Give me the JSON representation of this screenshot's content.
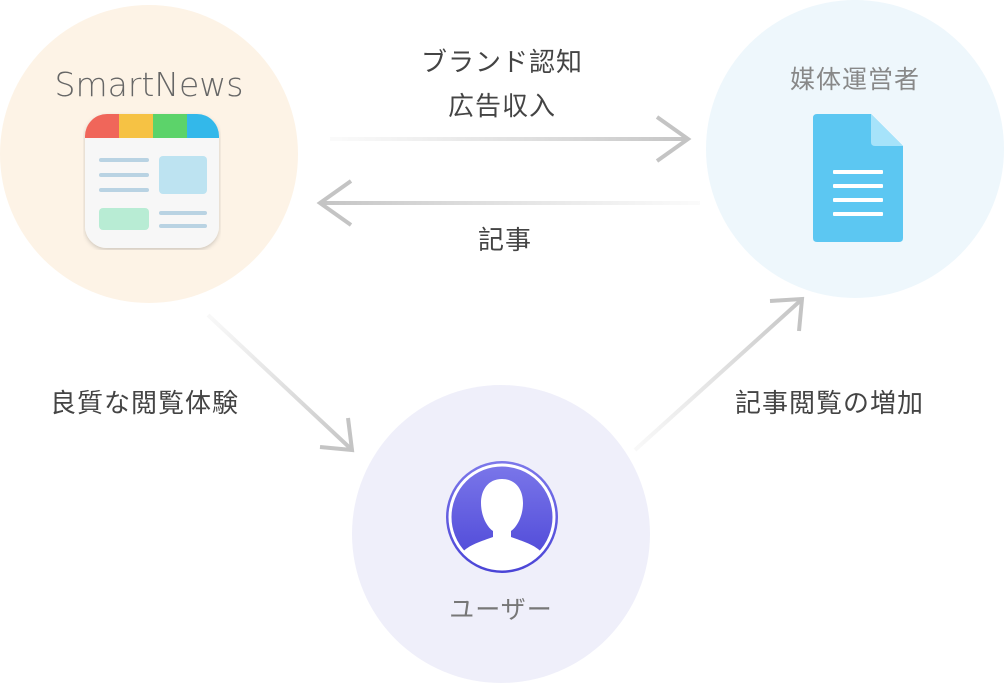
{
  "nodes": {
    "smartnews": {
      "title": "SmartNews",
      "icon": "smartnews-app-icon"
    },
    "publisher": {
      "title": "媒体運営者",
      "icon": "document-icon"
    },
    "user": {
      "title": "ユーザー",
      "icon": "user-avatar-icon"
    }
  },
  "flows": {
    "brand_awareness": "ブランド認知",
    "ad_revenue": "広告収入",
    "articles": "記事",
    "quality_reading": "良質な閲覧体験",
    "increased_views": "記事閲覧の増加"
  },
  "colors": {
    "smartnews_bg": "#fdf3e6",
    "publisher_bg": "#eef7fc",
    "user_bg": "#efeffa",
    "arrow": "#c8c8c8",
    "doc_icon": "#5cc7f2",
    "user_icon": "#5b55e0",
    "icon_stripe_red": "#f0665a",
    "icon_stripe_yellow": "#f6c244",
    "icon_stripe_green": "#5cd36a",
    "icon_stripe_blue": "#33b8ea"
  }
}
